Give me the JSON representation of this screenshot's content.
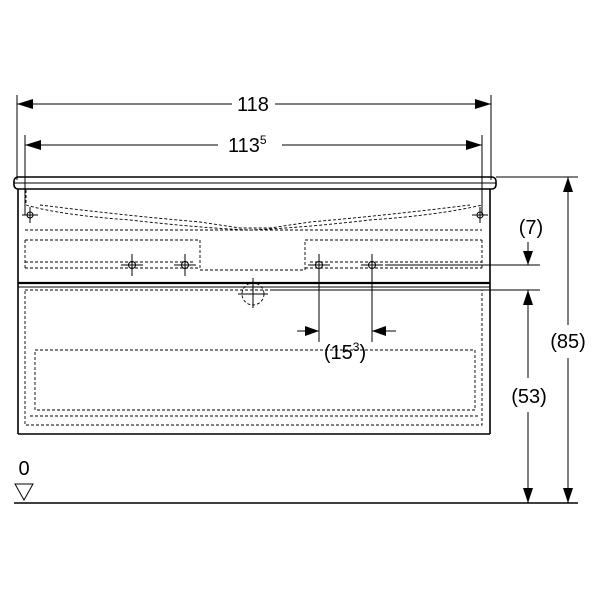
{
  "dimensions": {
    "overall_width": "118",
    "inner_width_main": "113",
    "inner_width_sup": "5",
    "top_offset": "(7)",
    "total_height": "(85)",
    "base_height": "(53)",
    "spacing_open": "(15",
    "spacing_sup": "3",
    "spacing_close": ")",
    "floor_level": "0"
  }
}
